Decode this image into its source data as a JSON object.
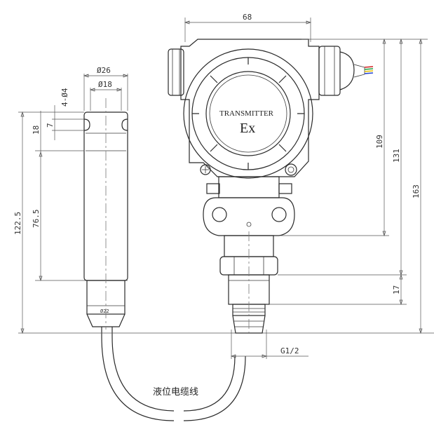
{
  "diagram": {
    "dimensions": {
      "width_68": "68",
      "dia_26": "Ø26",
      "dia_18": "Ø18",
      "holes": "4-Ø4",
      "d7": "7",
      "d18": "18",
      "d122_5": "122.5",
      "d76_5": "76.5",
      "dia_22": "Ø22",
      "d109": "109",
      "d131": "131",
      "d163": "163",
      "d17": "17",
      "thread": "G1/2"
    },
    "labels": {
      "brand": "TRANSMITTER",
      "ex": "Ex",
      "cable": "液位电缆线"
    },
    "colors": {
      "line": "#2a2a2a",
      "wire_red": "#d02020",
      "wire_green": "#20a040",
      "wire_yellow": "#e0c000",
      "wire_blue": "#2040d0"
    }
  }
}
